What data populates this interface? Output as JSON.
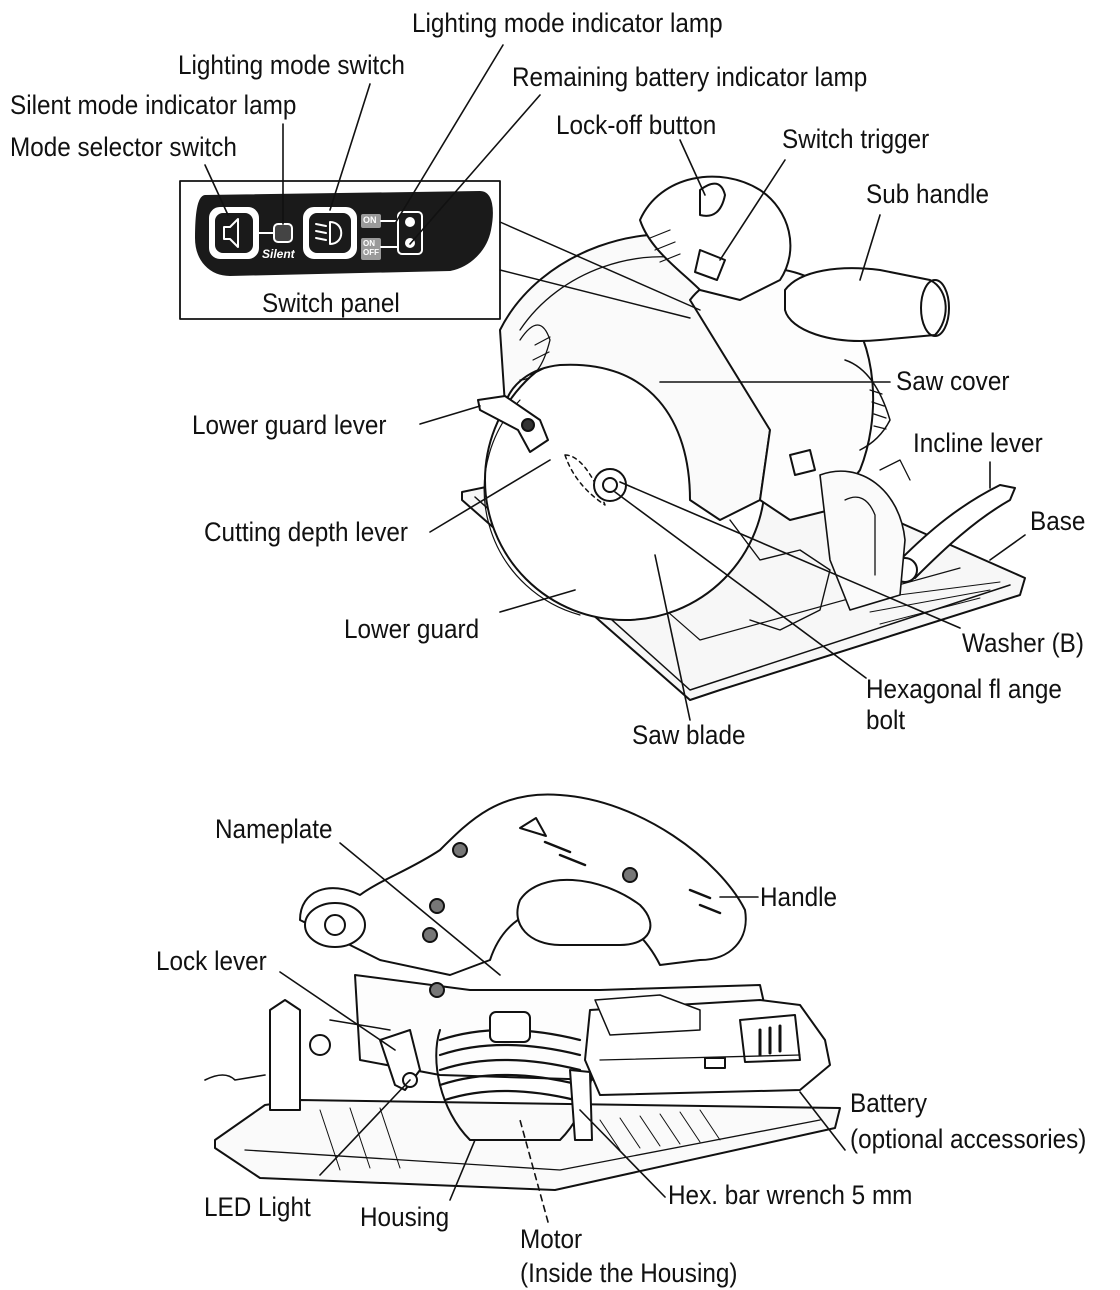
{
  "labels": {
    "lighting_mode_indicator_lamp": "Lighting mode indicator lamp",
    "lighting_mode_switch": "Lighting mode switch",
    "remaining_battery_indicator_lamp": "Remaining battery indicator lamp",
    "silent_mode_indicator_lamp": "Silent mode indicator lamp",
    "mode_selector_switch": "Mode selector switch",
    "lock_off_button": "Lock-off  button",
    "switch_trigger": "Switch trigger",
    "sub_handle": "Sub handle",
    "switch_panel": "Switch panel",
    "saw_cover": "Saw cover",
    "lower_guard_lever": "Lower guard lever",
    "incline_lever": "Incline lever",
    "base": "Base",
    "cutting_depth_lever": "Cutting depth lever",
    "washer_b": "Washer (B)",
    "lower_guard": "Lower guard",
    "hexagonal_flange_bolt": "Hexagonal fl ange\nbolt",
    "saw_blade": "Saw blade",
    "nameplate": "Nameplate",
    "handle": "Handle",
    "lock_lever": "Lock lever",
    "battery": "Battery\n(optional accessories)",
    "hex_bar_wrench": "Hex. bar wrench 5 mm",
    "led_light": "LED Light",
    "housing": "Housing",
    "motor": "Motor\n(Inside the Housing)"
  },
  "panel": {
    "silent_text": "Silent",
    "on_text": "ON",
    "on_off_text": "ON\nOFF"
  }
}
